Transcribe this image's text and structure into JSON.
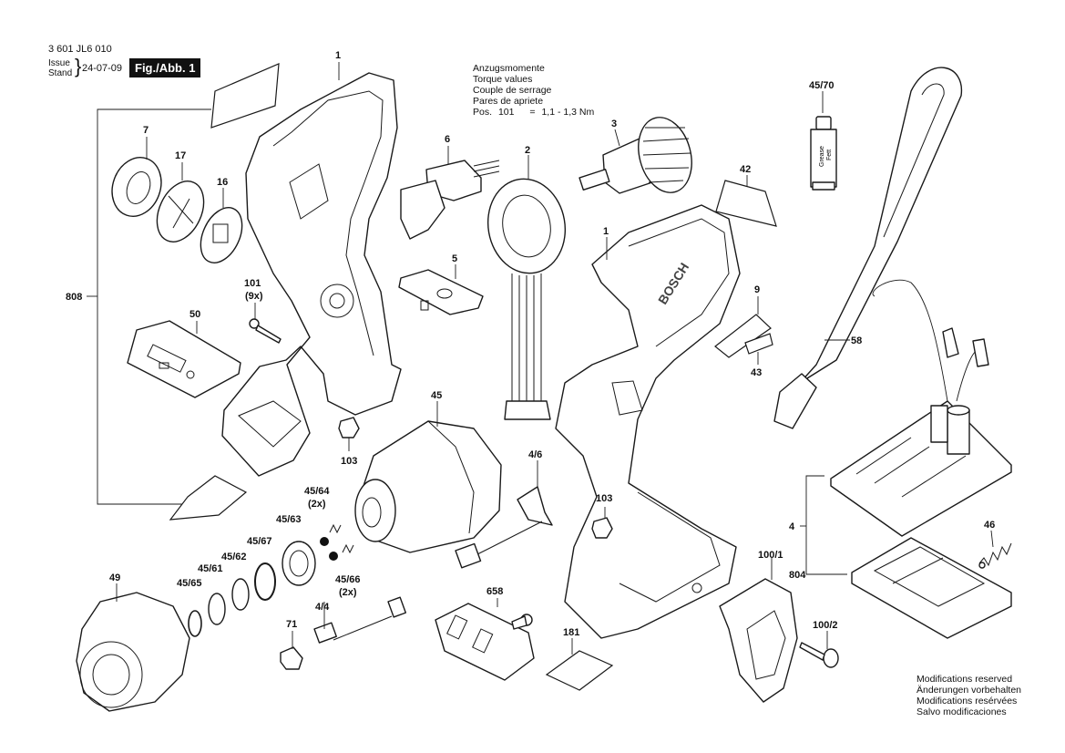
{
  "header": {
    "doc_number": "3 601 JL6 010",
    "issue_label_1": "Issue",
    "issue_label_2": "Stand",
    "brace": "}",
    "date": "24-07-09",
    "figure_label": "Fig./Abb. 1"
  },
  "torque_note": {
    "lines": [
      "Anzugsmomente",
      "Torque values",
      "Couple de serrage",
      "Pares de apriete"
    ],
    "spec_pos": "Pos.",
    "spec_num": "101",
    "spec_eq": "=",
    "spec_value": "1,1 - 1,3",
    "spec_unit": "Nm"
  },
  "footer": {
    "lines": [
      "Modifications reserved",
      "Änderungen vorbehalten",
      "Modifications resérvées",
      "Salvo modificaciones"
    ]
  },
  "product_marks": {
    "brand": "BOSCH",
    "tube_label_1": "Grease",
    "tube_label_2": "Fett"
  },
  "part_labels": {
    "p1a": "1",
    "p1b": "1",
    "p2": "2",
    "p3": "3",
    "p4": "4",
    "p5": "5",
    "p6": "6",
    "p7": "7",
    "p9": "9",
    "p16": "16",
    "p17": "17",
    "p42": "42",
    "p43": "43",
    "p45": "45",
    "p45_4": "4/4",
    "p45_6": "4/6",
    "p45_61": "45/61",
    "p45_62": "45/62",
    "p45_63": "45/63",
    "p45_64": "45/64",
    "p45_64q": "(2x)",
    "p45_65": "45/65",
    "p45_66": "45/66",
    "p45_66q": "(2x)",
    "p45_67": "45/67",
    "p45_70": "45/70",
    "p46": "46",
    "p49": "49",
    "p50": "50",
    "p58": "58",
    "p71": "71",
    "p100_1": "100/1",
    "p100_2": "100/2",
    "p101": "101",
    "p101q": "(9x)",
    "p103a": "103",
    "p103b": "103",
    "p181": "181",
    "p658": "658",
    "p804": "804",
    "p808": "808"
  }
}
